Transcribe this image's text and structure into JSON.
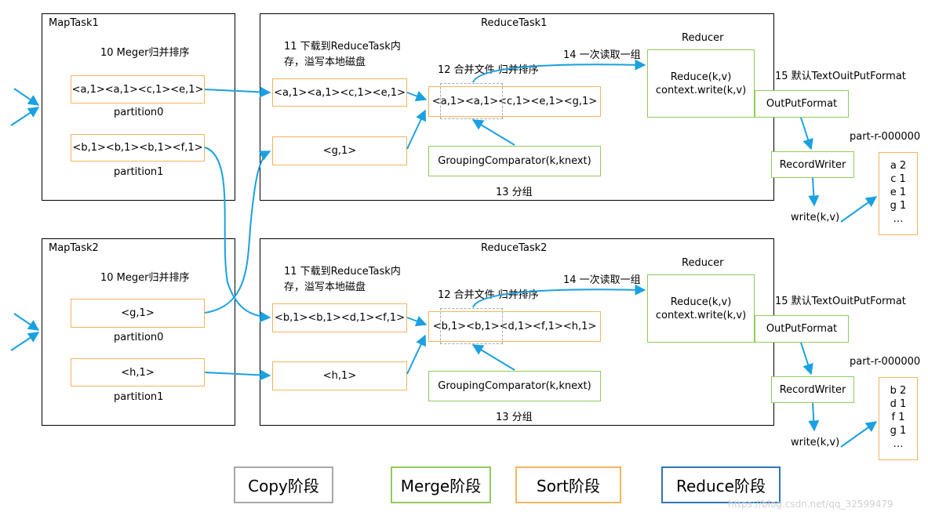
{
  "colors": {
    "copy": "#a8a8a8",
    "merge": "#8fcb5a",
    "sort": "#f4b45a",
    "reduce": "#2e75b6",
    "arrow": "#1aa1e2"
  },
  "groups": [
    {
      "map_task": {
        "title": "MapTask1",
        "merge_label": "10 Meger归并排序",
        "p0_content": "<a,1><a,1><c,1><e,1>",
        "p0_label": "partition0",
        "p1_content": "<b,1><b,1><b,1><f,1>",
        "p1_label": "partition1"
      },
      "reduce_task": {
        "title": "ReduceTask1",
        "download_label": "11 下载到ReduceTask内\n存，溢写本地磁盘",
        "buf1": "<a,1><a,1><c,1><e,1>",
        "buf2": "<g,1>",
        "merge_label": "12 合并文件 归并排序",
        "merged": "<a,1><a,1><c,1><e,1><g,1>",
        "grouping": "GroupingComparator(k,knext)",
        "group_label": "13 分组",
        "read_label": "14 一次读取一组",
        "reducer_title": "Reducer",
        "reducer_body": "Reduce(k,v)\ncontext.write(k,v)"
      },
      "output": {
        "format_label": "15 默认TextOuitPutFormat",
        "format_box": "OutPutFormat",
        "writer_box": "RecordWriter",
        "write_label": "write(k,v)",
        "file_name": "part-r-000000",
        "file_lines": [
          "a 2",
          "c 1",
          "e 1",
          "g 1",
          "…"
        ]
      }
    },
    {
      "map_task": {
        "title": "MapTask2",
        "merge_label": "10 Meger归并排序",
        "p0_content": "<g,1>",
        "p0_label": "partition0",
        "p1_content": "<h,1>",
        "p1_label": "partition1"
      },
      "reduce_task": {
        "title": "ReduceTask2",
        "download_label": "11 下载到ReduceTask内\n存，溢写本地磁盘",
        "buf1": "<b,1><b,1><d,1><f,1>",
        "buf2": "<h,1>",
        "merge_label": "12 合并文件 归并排序",
        "merged": "<b,1><b,1><d,1><f,1><h,1>",
        "grouping": "GroupingComparator(k,knext)",
        "group_label": "13 分组",
        "read_label": "14 一次读取一组",
        "reducer_title": "Reducer",
        "reducer_body": "Reduce(k,v)\ncontext.write(k,v)"
      },
      "output": {
        "format_label": "15 默认TextOuitPutFormat",
        "format_box": "OutPutFormat",
        "writer_box": "RecordWriter",
        "write_label": "write(k,v)",
        "file_name": "part-r-000000",
        "file_lines": [
          "b 2",
          "d 1",
          "f 1",
          "g 1",
          "…"
        ]
      }
    }
  ],
  "legend": {
    "copy": "Copy阶段",
    "merge": "Merge阶段",
    "sort": "Sort阶段",
    "reduce": "Reduce阶段"
  },
  "watermark": "https://blog.csdn.net/qq_32599479"
}
